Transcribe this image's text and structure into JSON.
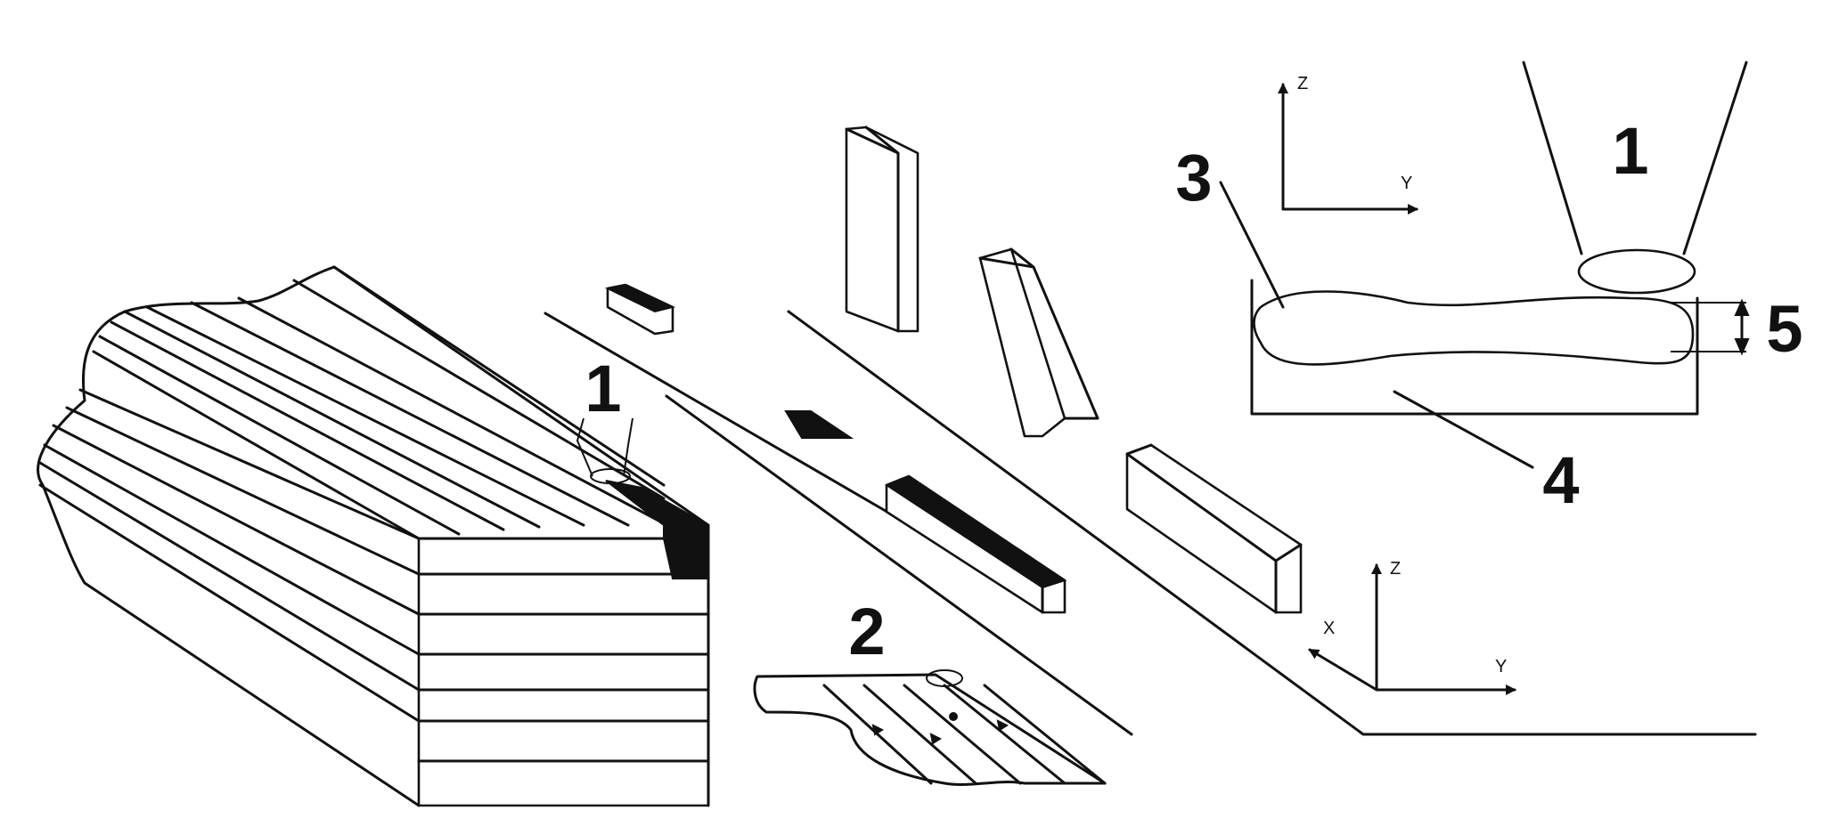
{
  "diagram": {
    "labels": {
      "label_1_block": "1",
      "label_2": "2",
      "label_3": "3",
      "label_1_detail": "1",
      "label_4": "4",
      "label_5": "5"
    },
    "axes_detail": {
      "z": "Z",
      "y": "Y"
    },
    "axes_bottom": {
      "z": "Z",
      "x": "X",
      "y": "Y"
    }
  }
}
